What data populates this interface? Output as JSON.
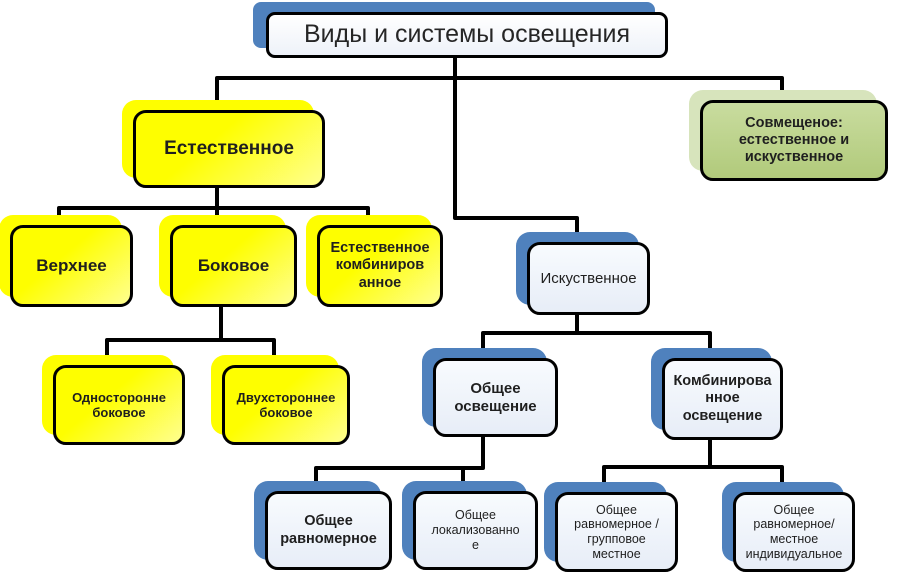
{
  "diagram": {
    "colors": {
      "blue_shadow": "#4F81BD",
      "yellow": "#FEFE00",
      "green_fill": "#BCD58C",
      "green_shadow": "#D7E4BC",
      "light_box_fill": "#EDF2F9",
      "line": "#000000"
    },
    "tree": {
      "label": "Виды и системы освещения",
      "children": [
        {
          "label": "Естественное",
          "children": [
            {
              "label": "Верхнее"
            },
            {
              "label": "Боковое",
              "children": [
                {
                  "label": "Односторонне\nбоковое"
                },
                {
                  "label": "Двухстороннее\nбоковое"
                }
              ]
            },
            {
              "label": "Естественное\nкомбиниров\nанное"
            }
          ]
        },
        {
          "label": "Искуственное",
          "children": [
            {
              "label": "Общее\nосвещение",
              "children": [
                {
                  "label": "Общее\nравномерное"
                },
                {
                  "label": "Общее\nлокализованно\nе"
                }
              ]
            },
            {
              "label": "Комбинирова\nнное\nосвещение",
              "children": [
                {
                  "label": "Общее\nравномерное /\nгрупповое\nместное"
                },
                {
                  "label": "Общее\nравномерное/\nместное\nиндивидуальное"
                }
              ]
            }
          ]
        },
        {
          "label": "Совмещеное:\nестественное и\nискуственное"
        }
      ]
    }
  }
}
